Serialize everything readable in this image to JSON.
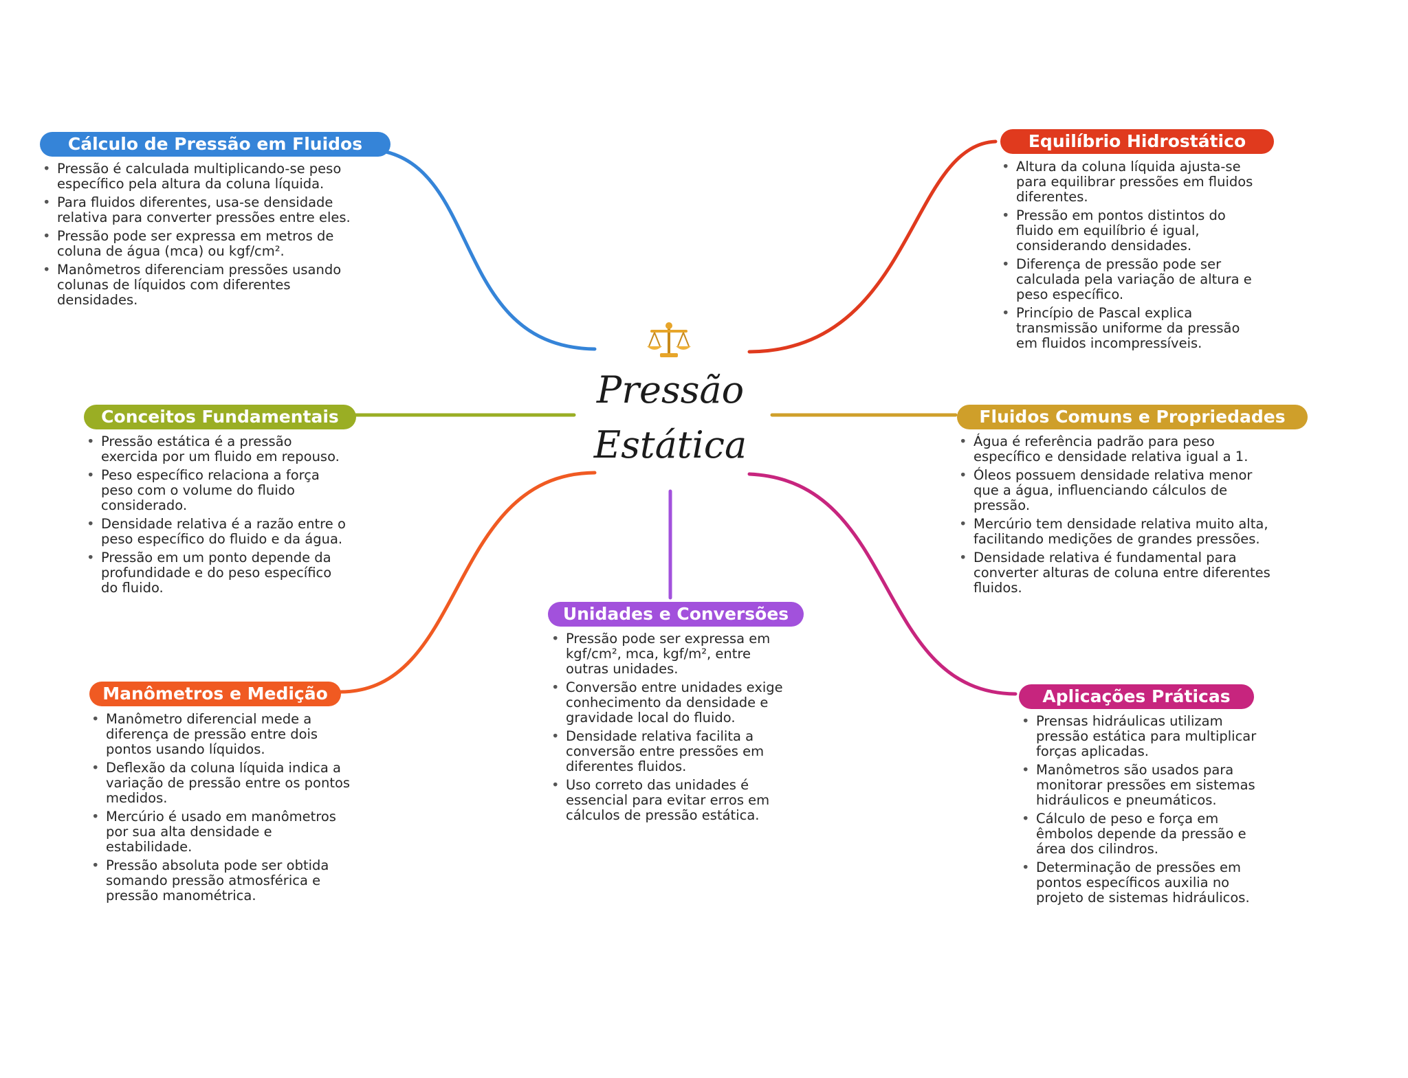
{
  "center": {
    "title_line1": "Pressão",
    "title_line2": "Estática",
    "icon": "balance-scale-icon"
  },
  "branches": {
    "calculo": {
      "title": "Cálculo de Pressão em Fluidos",
      "color": "#3584d8",
      "bullets": [
        "Pressão é calculada multiplicando-se peso específico pela altura da coluna líquida.",
        "Para fluidos diferentes, usa-se densidade relativa para converter pressões entre eles.",
        "Pressão pode ser expressa em metros de coluna de água (mca) ou kgf/cm².",
        "Manômetros diferenciam pressões usando colunas de líquidos com diferentes densidades."
      ]
    },
    "conceitos": {
      "title": "Conceitos Fundamentais",
      "color": "#9aae24",
      "bullets": [
        "Pressão estática é a pressão exercida por um fluido em repouso.",
        "Peso específico relaciona a força peso com o volume do fluido considerado.",
        "Densidade relativa é a razão entre o peso específico do fluido e da água.",
        "Pressão em um ponto depende da profundidade e do peso específico do fluido."
      ]
    },
    "manometros": {
      "title": "Manômetros e Medição",
      "color": "#f05a22",
      "bullets": [
        "Manômetro diferencial mede a diferença de pressão entre dois pontos usando líquidos.",
        "Deflexão da coluna líquida indica a variação de pressão entre os pontos medidos.",
        "Mercúrio é usado em manômetros por sua alta densidade e estabilidade.",
        "Pressão absoluta pode ser obtida somando pressão atmosférica e pressão manométrica."
      ]
    },
    "unidades": {
      "title": "Unidades e Conversões",
      "color": "#a251dc",
      "bullets": [
        "Pressão pode ser expressa em kgf/cm², mca, kgf/m², entre outras unidades.",
        "Conversão entre unidades exige conhecimento da densidade e gravidade local do fluido.",
        "Densidade relativa facilita a conversão entre pressões em diferentes fluidos.",
        "Uso correto das unidades é essencial para evitar erros em cálculos de pressão estática."
      ]
    },
    "equilibrio": {
      "title": "Equilíbrio Hidrostático",
      "color": "#e03a1e",
      "bullets": [
        "Altura da coluna líquida ajusta-se para equilibrar pressões em fluidos diferentes.",
        "Pressão em pontos distintos do fluido em equilíbrio é igual, considerando densidades.",
        "Diferença de pressão pode ser calculada pela variação de altura e peso específico.",
        "Princípio de Pascal explica transmissão uniforme da pressão em fluidos incompressíveis."
      ]
    },
    "fluidos": {
      "title": "Fluidos Comuns e Propriedades",
      "color": "#cf9f2a",
      "bullets": [
        "Água é referência padrão para peso específico e densidade relativa igual a 1.",
        "Óleos possuem densidade relativa menor que a água, influenciando cálculos de pressão.",
        "Mercúrio tem densidade relativa muito alta, facilitando medições de grandes pressões.",
        "Densidade relativa é fundamental para converter alturas de coluna entre diferentes fluidos."
      ]
    },
    "aplicacoes": {
      "title": "Aplicações Práticas",
      "color": "#c7257e",
      "bullets": [
        "Prensas hidráulicas utilizam pressão estática para multiplicar forças aplicadas.",
        "Manômetros são usados para monitorar pressões em sistemas hidráulicos e pneumáticos.",
        "Cálculo de peso e força em êmbolos depende da pressão e área dos cilindros.",
        "Determinação de pressões em pontos específicos auxilia no projeto de sistemas hidráulicos."
      ]
    }
  }
}
